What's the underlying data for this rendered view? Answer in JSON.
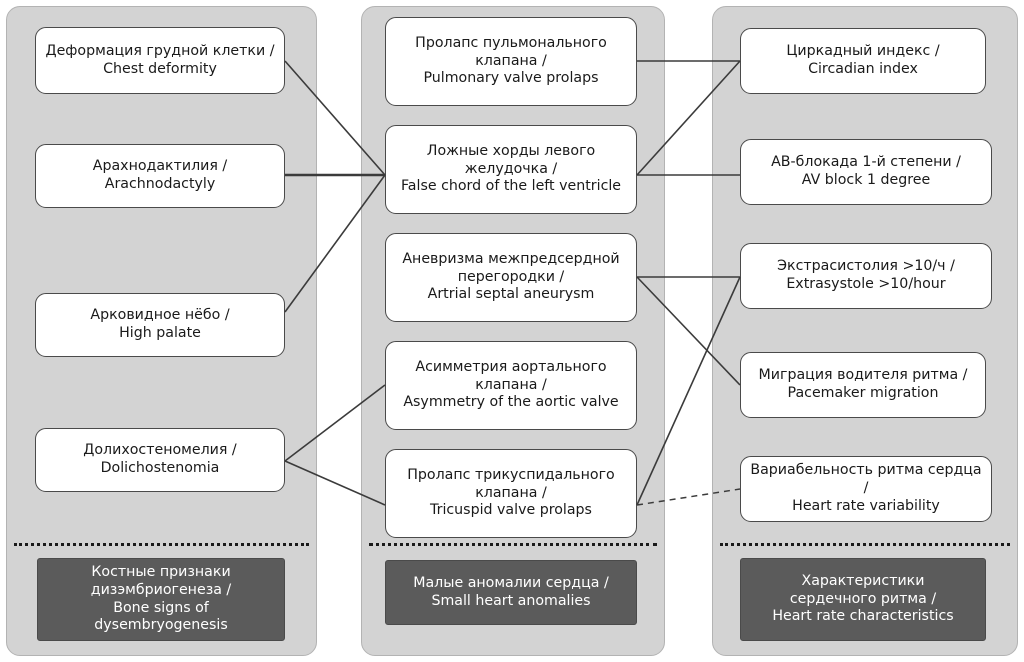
{
  "diagram": {
    "title": "Bone signs of dysembryogenesis, small heart anomalies and heart rate characteristics",
    "type": "three-column-relationship-diagram",
    "colors": {
      "panel_background": "#d3d3d3",
      "node_background": "#ffffff",
      "node_border": "#4a4a4a",
      "footer_background": "#5b5b5b",
      "footer_text": "#ffffff",
      "link": "#3b3b3b"
    }
  },
  "columns": [
    {
      "id": "bone-signs",
      "footer": "Костные признаки\nдизэмбриогенеза /\nBone signs of dysembryogenesis",
      "nodes": [
        {
          "id": "chest-deformity",
          "label": "Деформация грудной клетки /\nChest deformity"
        },
        {
          "id": "arachnodactyly",
          "label": "Арахнодактилия /\nArachnodactyly"
        },
        {
          "id": "high-palate",
          "label": "Арковидное нёбо /\nHigh palate"
        },
        {
          "id": "dolichostenomia",
          "label": "Долихостеномелия /\nDolichostenomia"
        }
      ]
    },
    {
      "id": "small-heart-anomalies",
      "footer": "Малые аномалии сердца /\nSmall heart anomalies",
      "nodes": [
        {
          "id": "pulmonary-valve-prolaps",
          "label": "Пролапс пульмонального\nклапана /\nPulmonary valve prolaps"
        },
        {
          "id": "false-chord-left-ventricle",
          "label": "Ложные хорды левого\nжелудочка /\nFalse chord of the left ventricle"
        },
        {
          "id": "atrial-septal-aneurysm",
          "label": "Аневризма межпредсердной\nперегородки /\nArtrial septal aneurysm"
        },
        {
          "id": "asymmetry-aortic-valve",
          "label": "Асимметрия аортального\nклапана /\nAsymmetry of the aortic valve"
        },
        {
          "id": "tricuspid-valve-prolaps",
          "label": "Пролапс трикуспидального\nклапана /\nTricuspid valve prolaps"
        }
      ]
    },
    {
      "id": "heart-rate-characteristics",
      "footer": "Характеристики\nсердечного ритма /\nHeart rate characteristics",
      "nodes": [
        {
          "id": "circadian-index",
          "label": "Циркадный индекс /\nCircadian index"
        },
        {
          "id": "av-block-1-degree",
          "label": "АВ-блокада 1-й степени /\nAV block 1 degree"
        },
        {
          "id": "extrasystole",
          "label": "Экстрасистолия >10/ч /\nExtrasystole >10/hour"
        },
        {
          "id": "pacemaker-migration",
          "label": "Миграция водителя ритма /\nPacemaker migration"
        },
        {
          "id": "heart-rate-variability",
          "label": "Вариабельность ритма сердца /\nHeart rate variability"
        }
      ]
    }
  ],
  "links": [
    {
      "from": "chest-deformity",
      "to": "false-chord-left-ventricle",
      "style": "solid"
    },
    {
      "from": "arachnodactyly",
      "to": "false-chord-left-ventricle",
      "style": "solid-thick"
    },
    {
      "from": "high-palate",
      "to": "false-chord-left-ventricle",
      "style": "solid"
    },
    {
      "from": "dolichostenomia",
      "to": "asymmetry-aortic-valve",
      "style": "solid"
    },
    {
      "from": "dolichostenomia",
      "to": "tricuspid-valve-prolaps",
      "style": "solid"
    },
    {
      "from": "pulmonary-valve-prolaps",
      "to": "circadian-index",
      "style": "solid"
    },
    {
      "from": "false-chord-left-ventricle",
      "to": "circadian-index",
      "style": "solid"
    },
    {
      "from": "false-chord-left-ventricle",
      "to": "av-block-1-degree",
      "style": "solid"
    },
    {
      "from": "atrial-septal-aneurysm",
      "to": "extrasystole",
      "style": "solid"
    },
    {
      "from": "atrial-septal-aneurysm",
      "to": "pacemaker-migration",
      "style": "solid"
    },
    {
      "from": "tricuspid-valve-prolaps",
      "to": "extrasystole",
      "style": "solid"
    },
    {
      "from": "tricuspid-valve-prolaps",
      "to": "heart-rate-variability",
      "style": "dashed"
    }
  ]
}
